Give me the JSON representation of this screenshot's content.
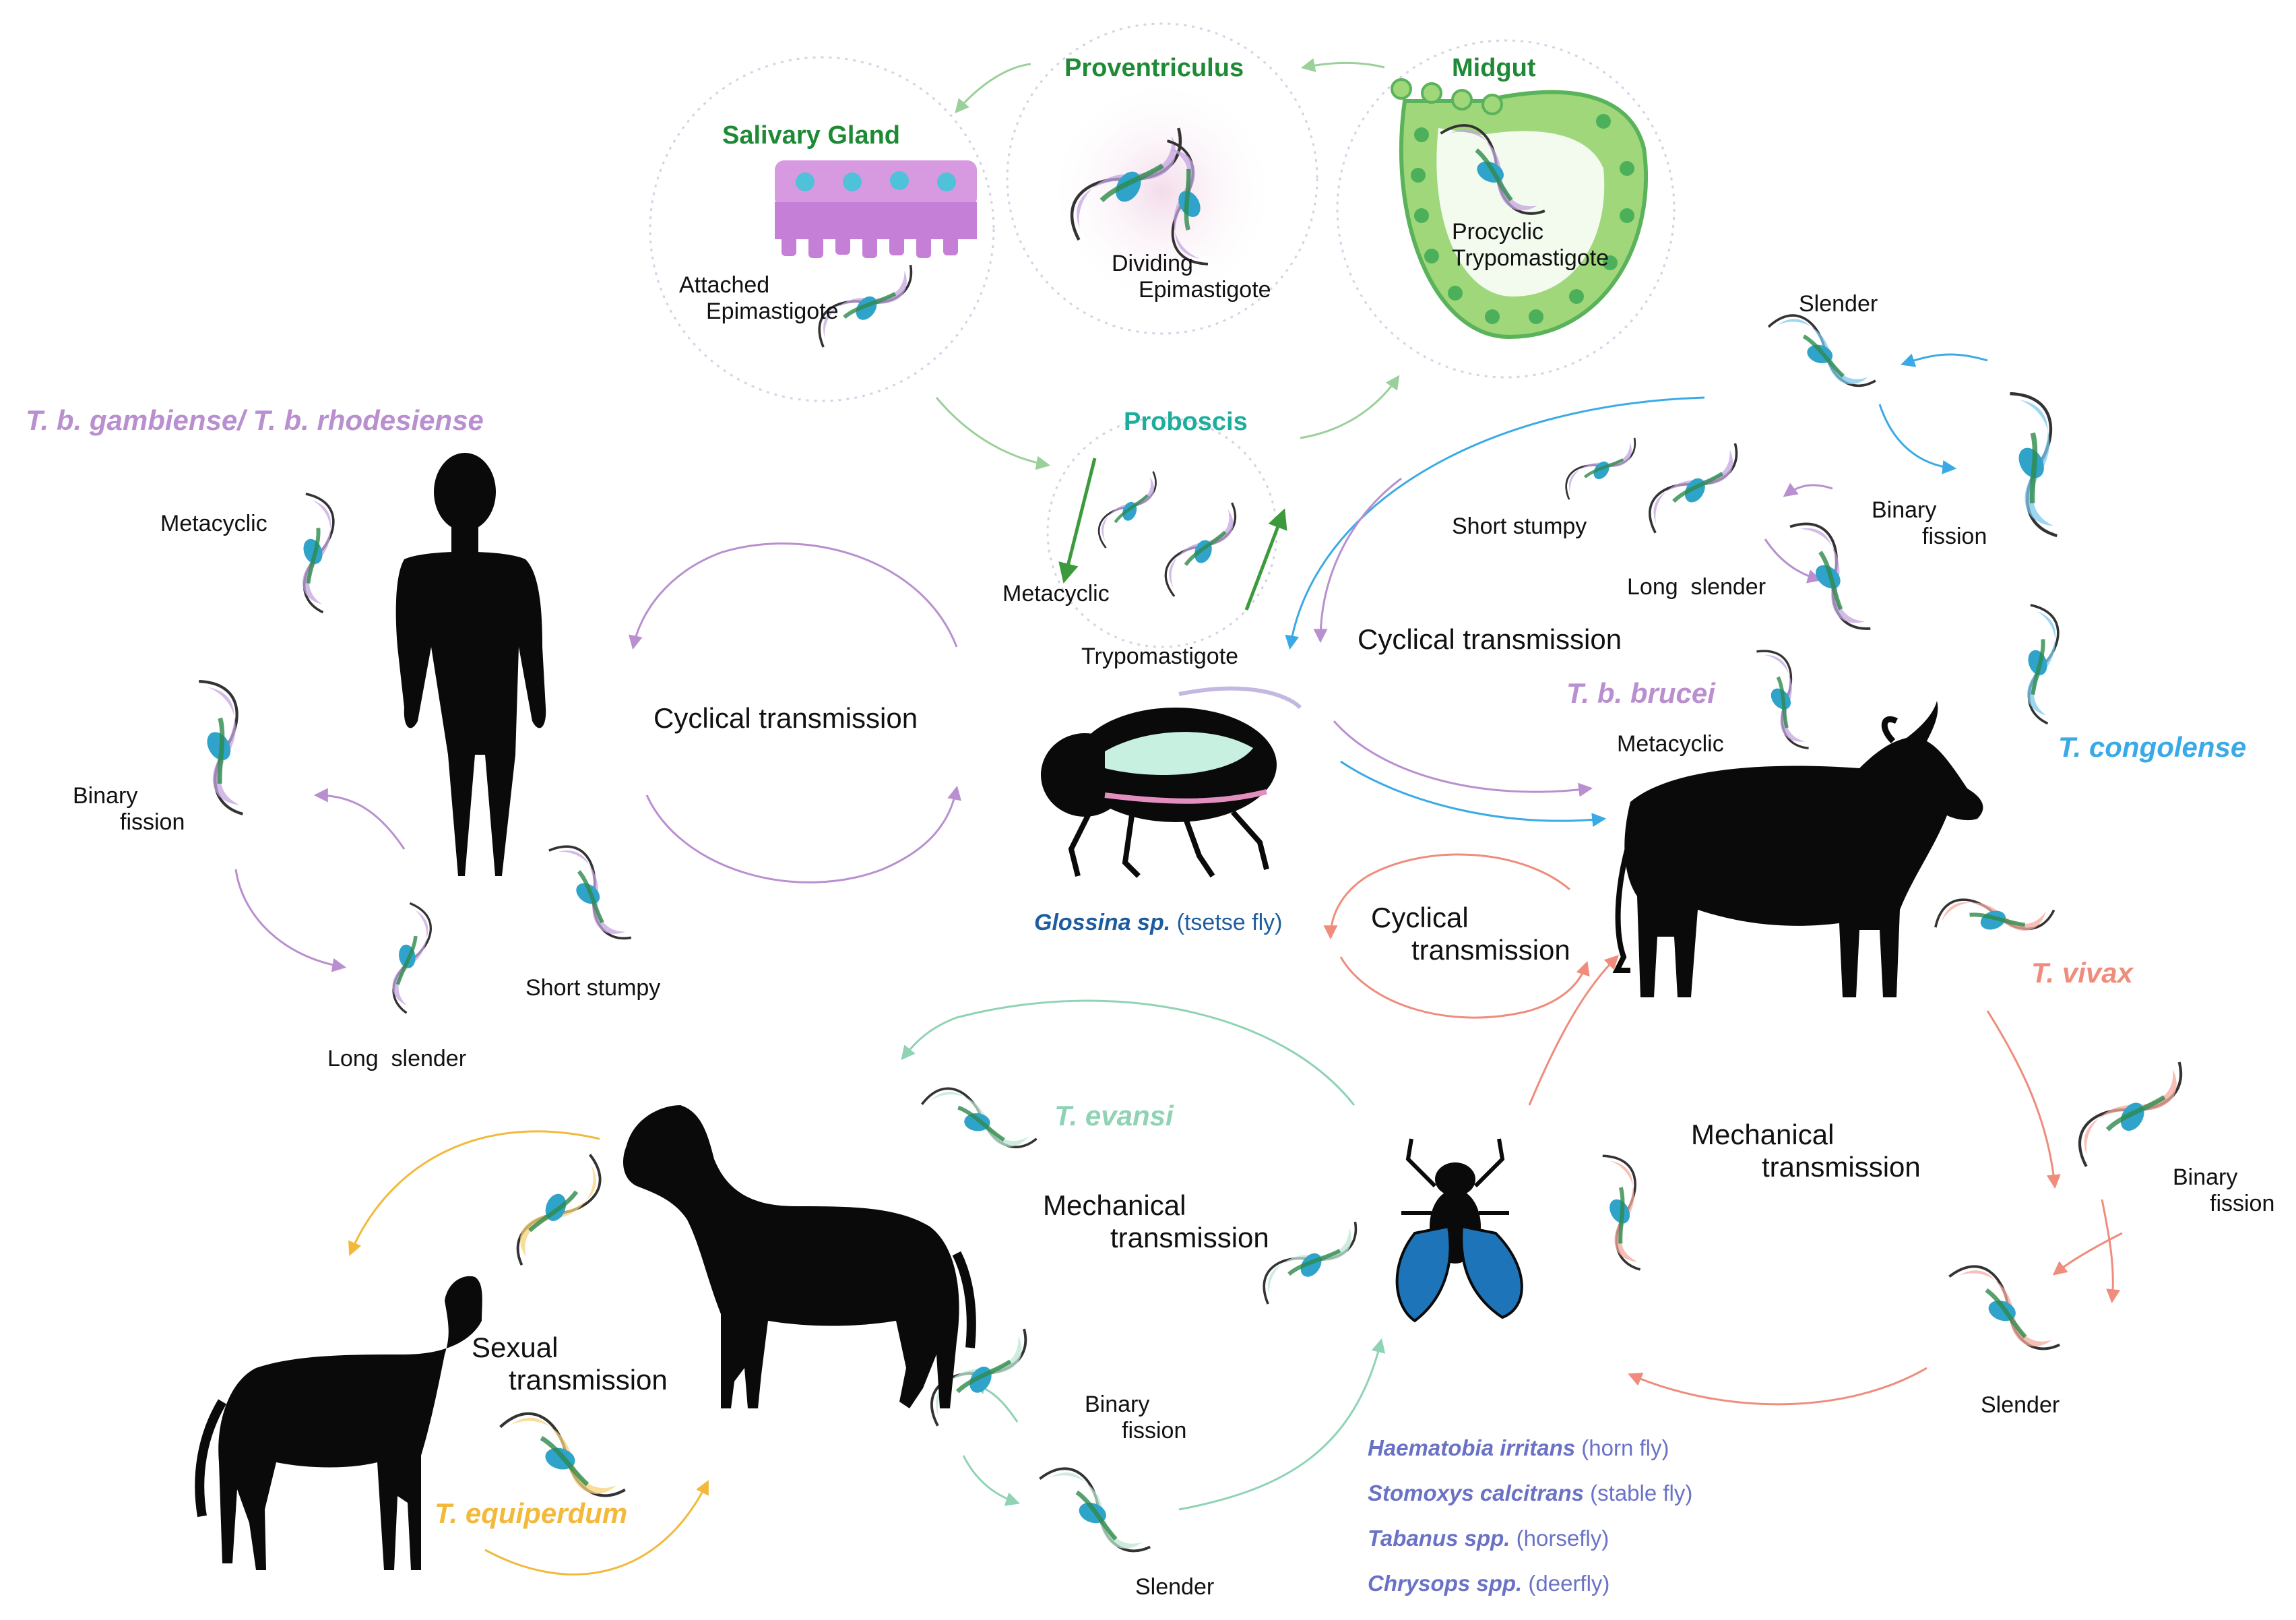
{
  "colors": {
    "gambiense": "#b98fd0",
    "congolense": "#3aaae6",
    "vivax": "#ef8c7c",
    "evansi": "#8fd3b4",
    "equiperdum": "#f2b93b",
    "organ_green": "#1f8a35",
    "proboscis_teal": "#1cae9c",
    "glossina_blue": "#1d5c9e",
    "vector_blue": "#6a72c6",
    "silhouette": "#0a0a0a"
  },
  "icons": [
    "human-silhouette",
    "cattle-silhouette",
    "horse-silhouette",
    "foal-silhouette",
    "tsetse-fly",
    "blue-fly",
    "salivary-gland-cells",
    "midgut-cells",
    "trypanosome"
  ],
  "organs": {
    "salivary_gland": "Salivary Gland",
    "proventriculus": "Proventriculus",
    "midgut": "Midgut",
    "proboscis": "Proboscis"
  },
  "stages": {
    "attached_epimastigote": [
      "Attached",
      "Epimastigote"
    ],
    "dividing_epimastigote": [
      "Dividing",
      "Epimastigote"
    ],
    "procyclic": [
      "Procyclic",
      "Trypomastigote"
    ],
    "proboscis_metacyclic": "Metacyclic",
    "proboscis_trypomastigote": "Trypomastigote",
    "human_metacyclic": "Metacyclic",
    "human_binary": [
      "Binary",
      "fission"
    ],
    "human_long_slender": "Long  slender",
    "human_short_stumpy": "Short stumpy",
    "cattle_slender": "Slender",
    "cattle_short_stumpy": "Short stumpy",
    "cattle_long_slender": "Long  slender",
    "cattle_binary": [
      "Binary",
      "fission"
    ],
    "cattle_metacyclic": "Metacyclic",
    "vivax_binary": [
      "Binary",
      "fission"
    ],
    "vivax_slender": "Slender",
    "evansi_binary": [
      "Binary",
      "fission"
    ],
    "evansi_slender": "Slender"
  },
  "species": {
    "gambiense": "T. b. gambiense/ T. b. rhodesiense",
    "brucei": "T. b. brucei",
    "congolense": "T. congolense",
    "vivax": "T. vivax",
    "evansi": "T. evansi",
    "equiperdum": "T. equiperdum"
  },
  "transmission": {
    "cyclical_human": "Cyclical transmission",
    "cyclical_cattle": "Cyclical transmission",
    "cyclical_vivax": [
      "Cyclical",
      "transmission"
    ],
    "mechanical_evansi": [
      "Mechanical",
      "transmission"
    ],
    "mechanical_vivax": [
      "Mechanical",
      "transmission"
    ],
    "sexual": [
      "Sexual",
      "transmission"
    ]
  },
  "glossina": {
    "name": "Glossina sp.",
    "common": "(tsetse fly)"
  },
  "vectors": [
    {
      "name": "Haematobia irritans",
      "common": "(horn fly)"
    },
    {
      "name": "Stomoxys calcitrans",
      "common": "(stable fly)"
    },
    {
      "name": "Tabanus spp.",
      "common": "(horsefly)"
    },
    {
      "name": "Chrysops spp.",
      "common": "(deerfly)"
    }
  ]
}
